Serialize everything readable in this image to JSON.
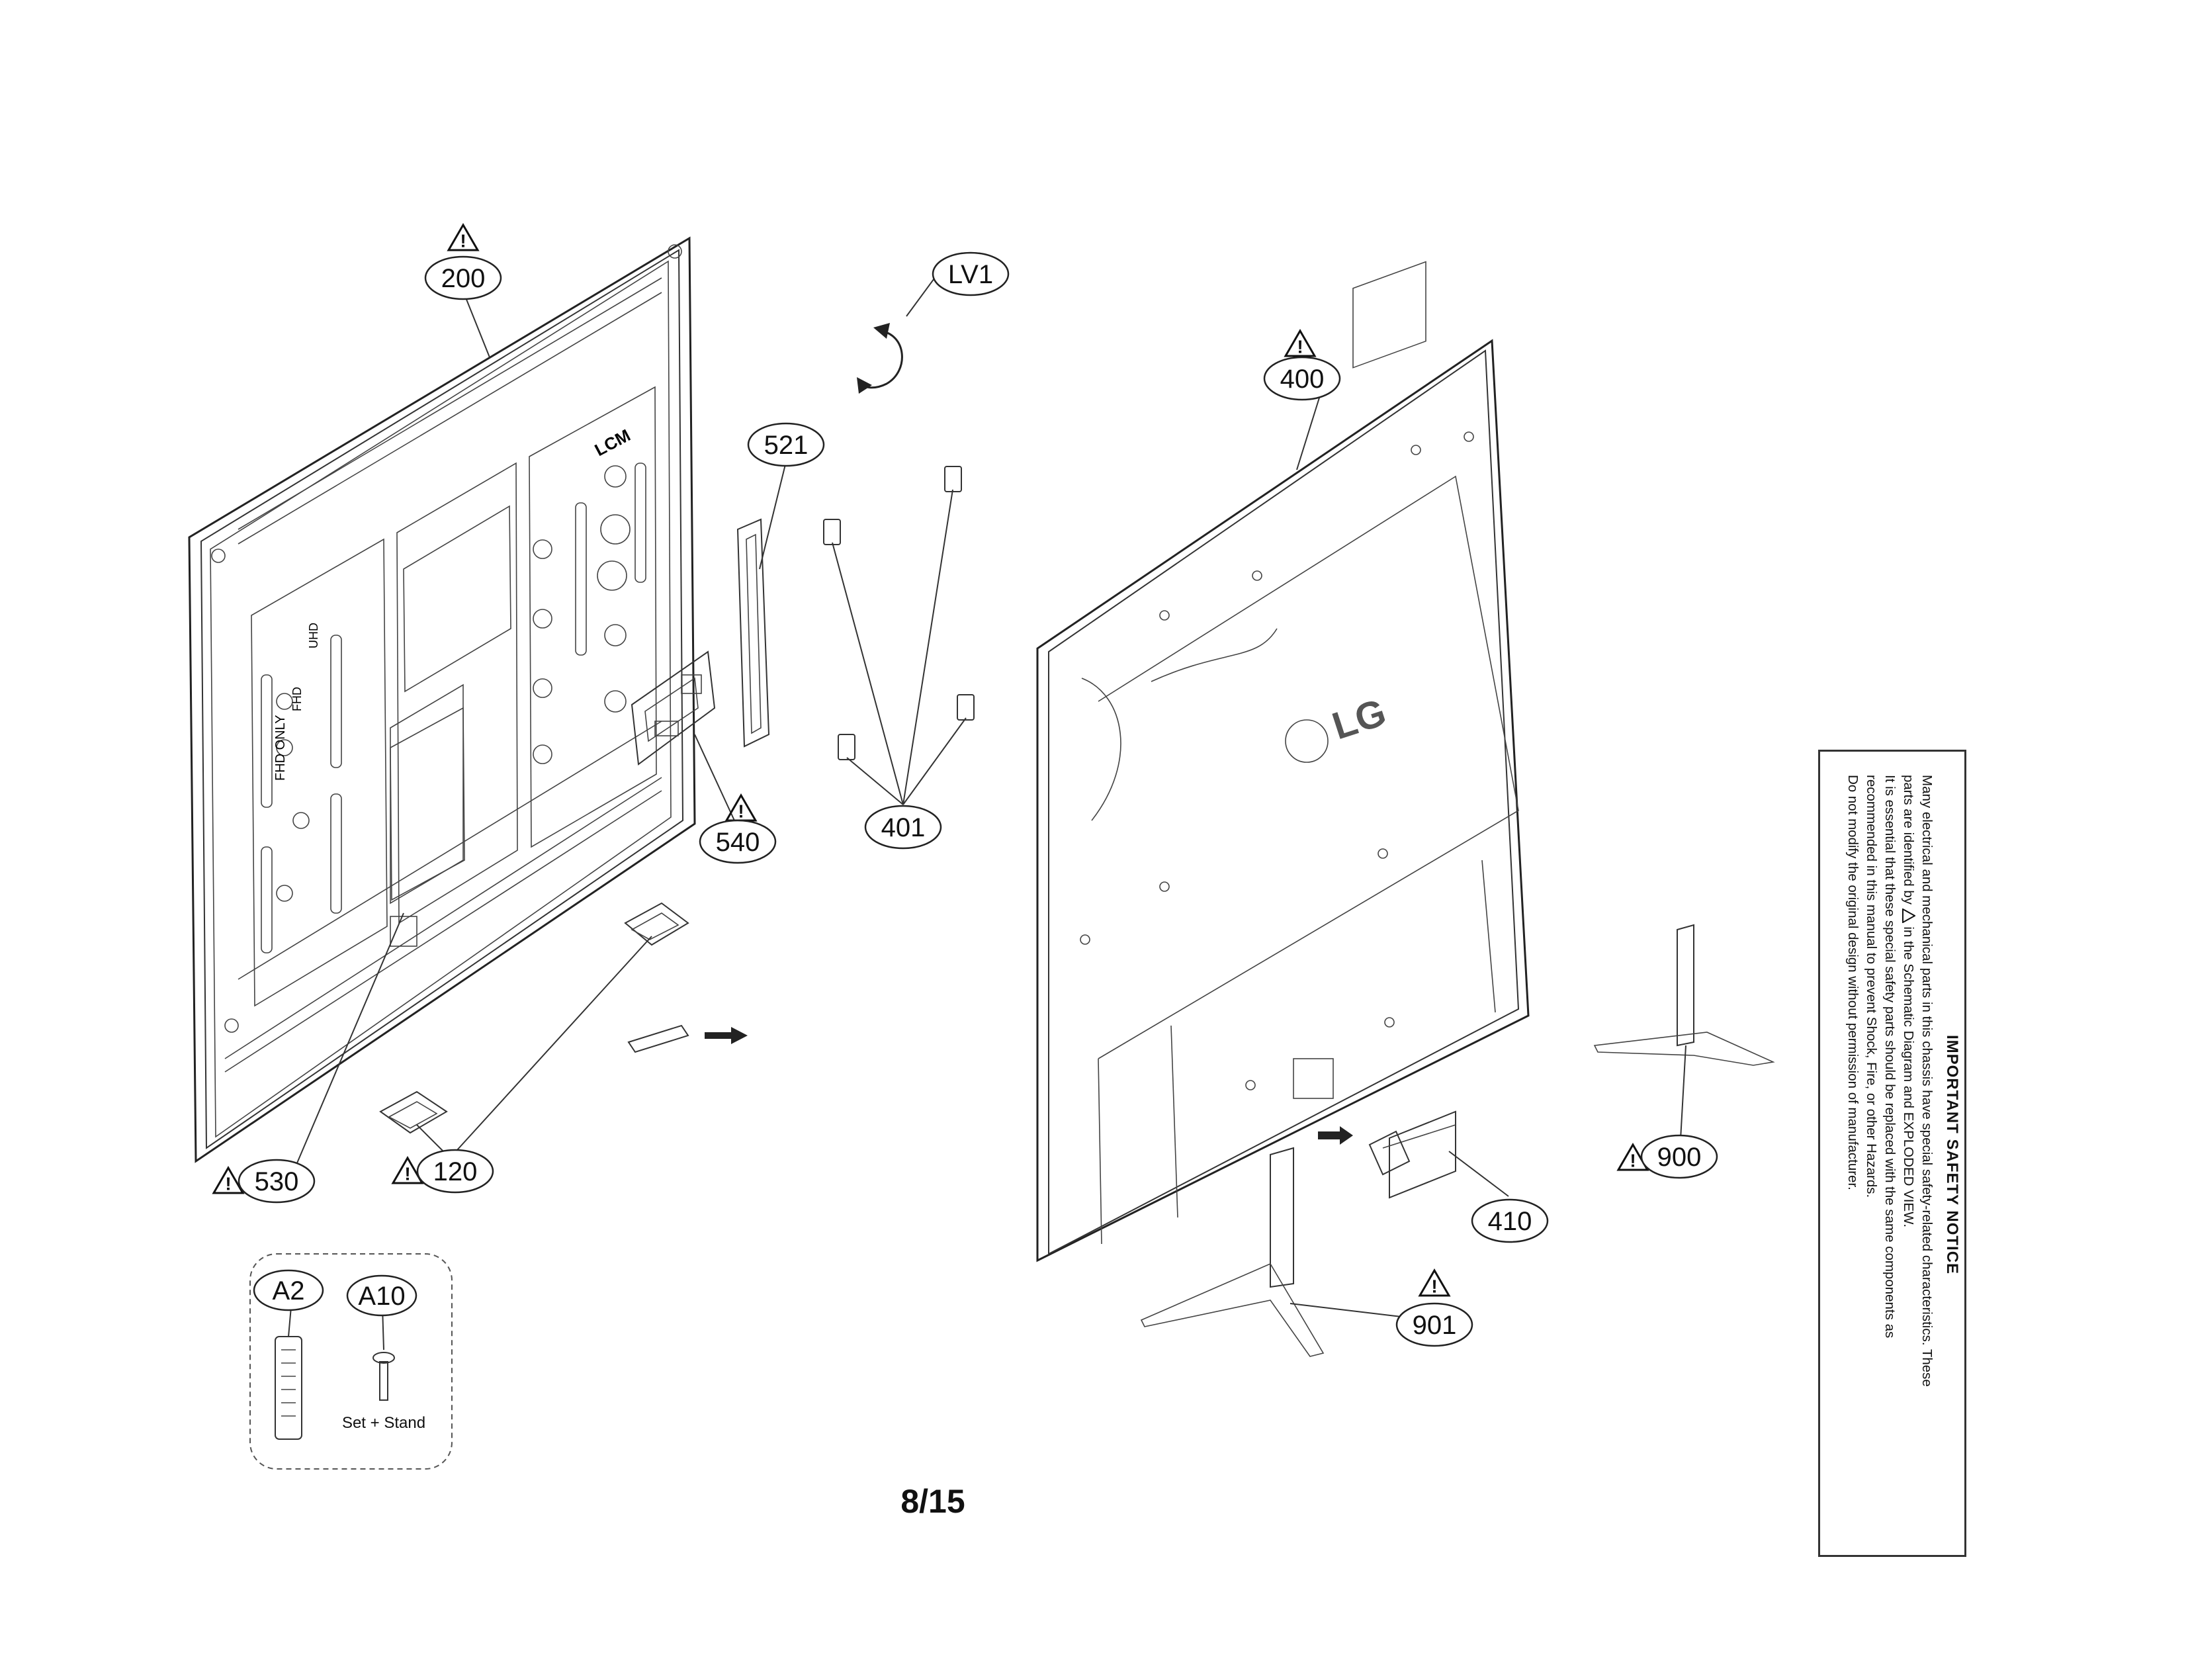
{
  "callouts": {
    "c200": "200",
    "clv1": "LV1",
    "c521": "521",
    "c400": "400",
    "c540": "540",
    "c401": "401",
    "c530": "530",
    "c120": "120",
    "c900": "900",
    "c410": "410",
    "c901": "901",
    "ca2": "A2",
    "ca10": "A10"
  },
  "panel_labels": {
    "lcm": "LCM",
    "fhd_only": "FHD ONLY",
    "fhd": "FHD",
    "uhd": "UHD"
  },
  "logo_text": "LG",
  "warning_symbol": "!",
  "accessories": {
    "screw_label": "Set + Stand"
  },
  "page_number": "8/15",
  "safety_notice": {
    "title": "IMPORTANT SAFETY NOTICE",
    "line1": "Many electrical and mechanical parts in this chassis have special safety-related characteristics. These",
    "line2a": "parts are identified by",
    "line2b": "in the Schematic Diagram and EXPLODED VIEW.",
    "line3": "It is essential that these special safety parts should be replaced with the same components as",
    "line4": "recommended in this manual to prevent Shock, Fire, or other Hazards.",
    "line5": "Do not modify the original design without permission of manufacturer."
  },
  "colors": {
    "line": "#222222",
    "background": "#ffffff"
  }
}
